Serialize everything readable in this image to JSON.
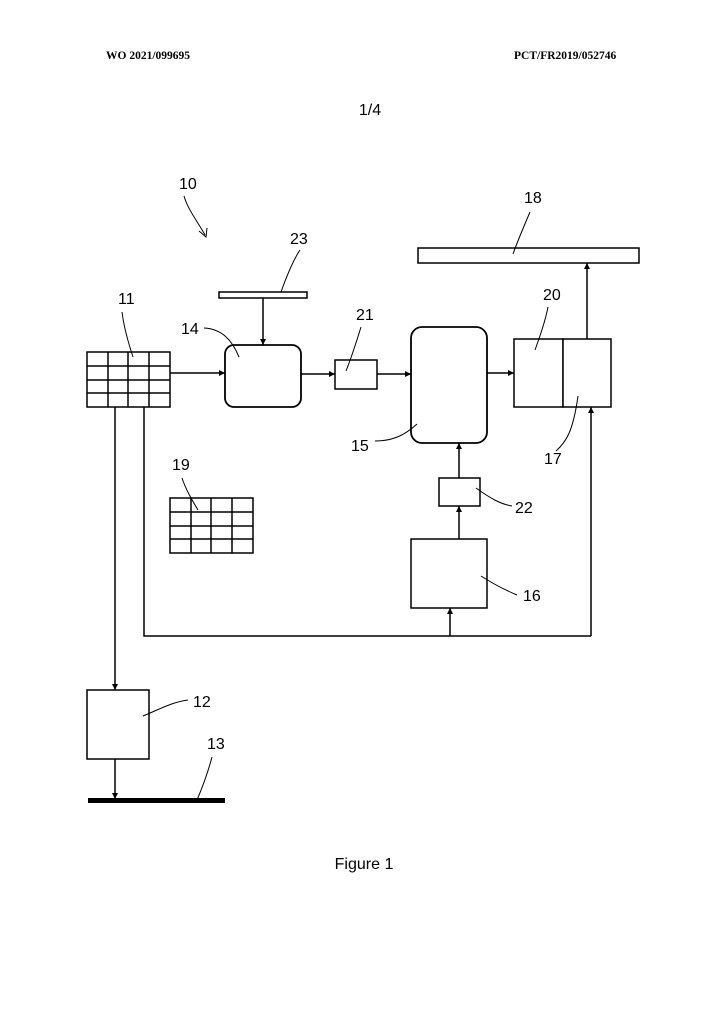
{
  "header": {
    "publication_number": "WO 2021/099695",
    "application_number": "PCT/FR2019/052746"
  },
  "page_number": "1/4",
  "caption": "Figure 1",
  "labels": {
    "system": "10",
    "grid_11": "11",
    "box_12": "12",
    "ground_13": "13",
    "box_14": "14",
    "box_15": "15",
    "box_16": "16",
    "box_17": "17",
    "bar_18": "18",
    "grid_19": "19",
    "box_20": "20",
    "box_21": "21",
    "box_22": "22",
    "bar_23": "23"
  }
}
